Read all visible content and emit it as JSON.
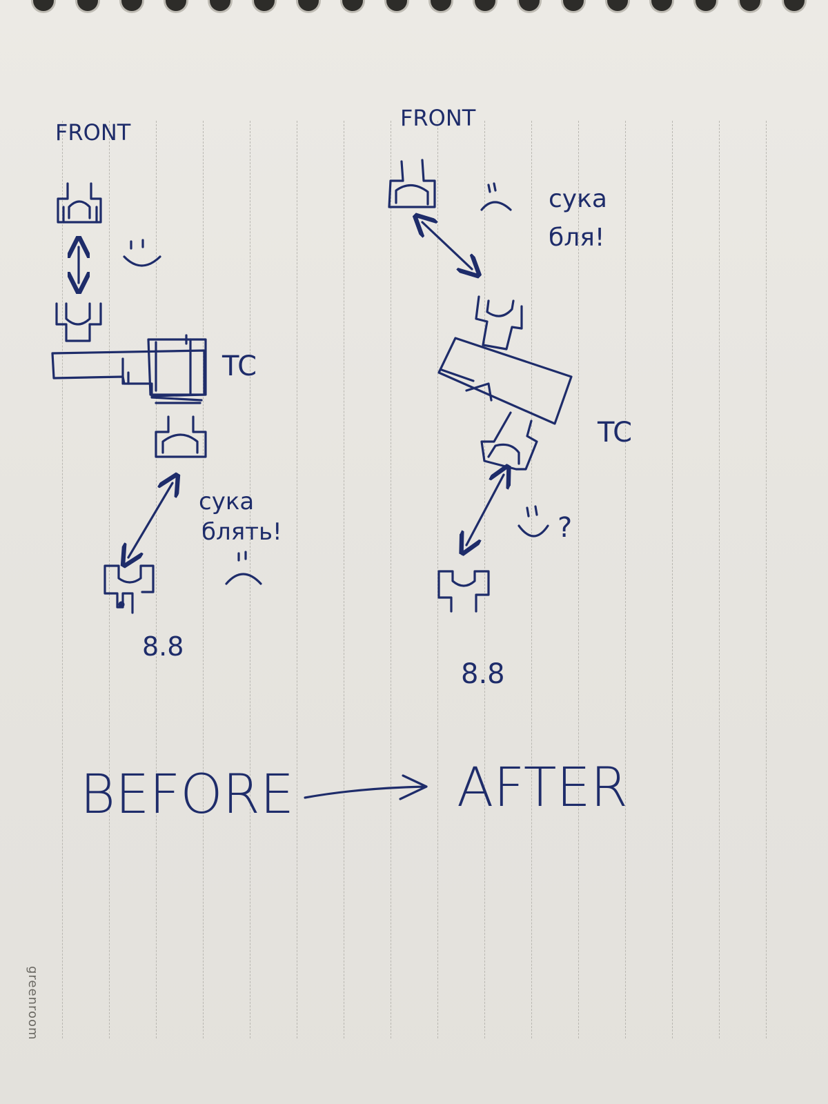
{
  "left": {
    "front_label": "FRONT",
    "tc_label": "TC",
    "exclaim_line1": "сука",
    "exclaim_line2": "блять!",
    "bolt_label": "8.8"
  },
  "right": {
    "front_label": "FRONT",
    "tc_label": "TC",
    "exclaim_line1": "сука",
    "exclaim_line2": "бля!",
    "question_mark": "?",
    "bolt_label": "8.8"
  },
  "bottom": {
    "before_label": "BEFORE",
    "after_label": "AFTER"
  },
  "brand": {
    "name": "greenroom"
  },
  "colors": {
    "ink": "#1e2c6a",
    "paper": "#e9e7e2"
  }
}
